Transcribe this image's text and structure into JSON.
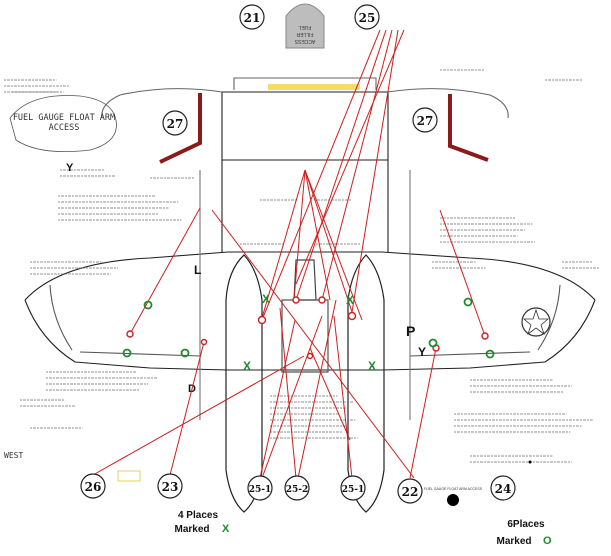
{
  "callouts": {
    "c21": "21",
    "c25": "25",
    "c27a": "27",
    "c27b": "27",
    "c26": "26",
    "c23": "23",
    "c25_1a": "25-1",
    "c25_2": "25-2",
    "c25_1b": "25-1",
    "c22": "22",
    "c24": "24"
  },
  "labels": {
    "fuel_gauge_title_line1": "FUEL GAUGE FLOAT ARM",
    "fuel_gauge_title_line2": "ACCESS",
    "fuel_filler_line1": "FUEL",
    "fuel_filler_line2": "FILLER",
    "fuel_filler_line3": "ACCESS",
    "view_letter": "Y",
    "four_places": "4 Places",
    "marked": "Marked",
    "x_mark": "X",
    "six_places": "6Places",
    "marked_o": "Marked",
    "o_mark": "O",
    "legend_fuel_gauge": "FUEL GAUGE FLOAT ARM ACCESS",
    "west": "WEST",
    "mark_p": "P",
    "mark_y": "Y",
    "mark_l": "L",
    "mark_d": "D"
  },
  "colors": {
    "leader_red": "#cc1f1f",
    "bracket_dark_red": "#8b1a1a",
    "mark_green": "#1f8a2e",
    "ink": "#222222",
    "pencil": "#6d6d6d",
    "filler_gray": "#bdbdbd"
  }
}
